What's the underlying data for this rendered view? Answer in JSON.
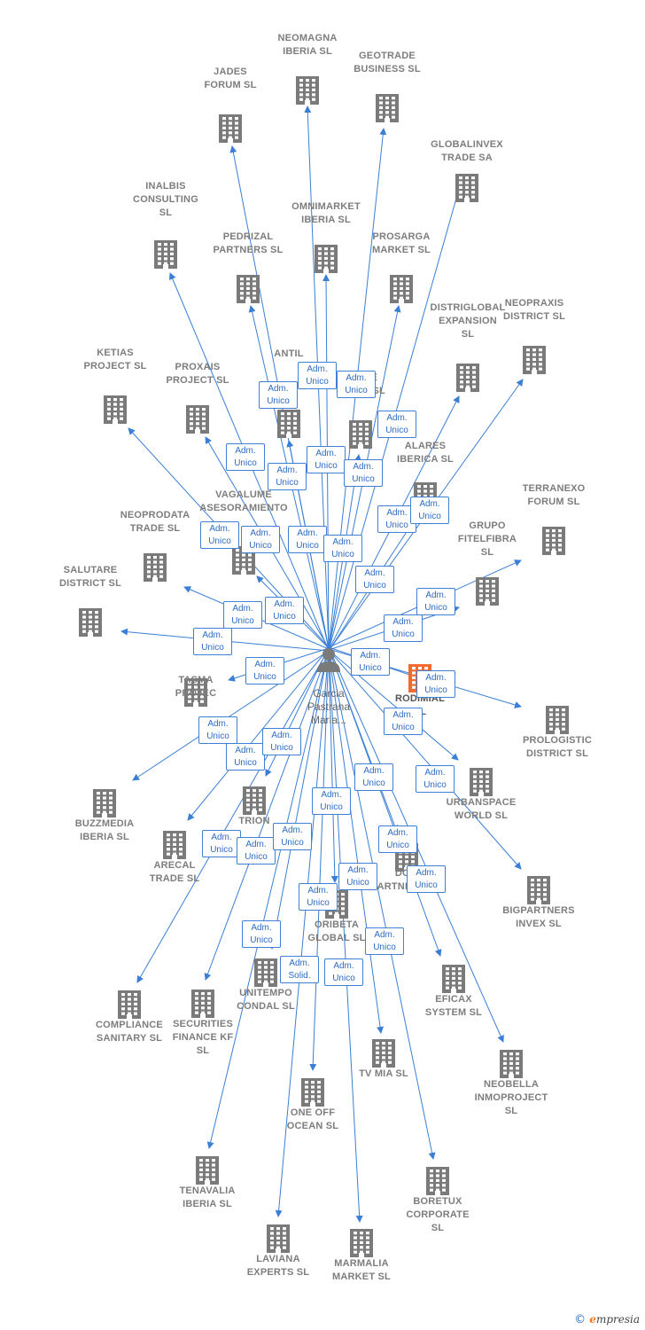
{
  "colors": {
    "edge": "#3a7fd5",
    "building": "#7a7a7a",
    "highlight": "#f36a2e",
    "person": "#7a7a7a"
  },
  "person": {
    "label": "Garcia\nPastrana\nMaria...",
    "icon": "person-icon"
  },
  "companies": [
    {
      "label": "NEOMAGNA\nIBERIA  SL"
    },
    {
      "label": "GEOTRADE\nBUSINESS  SL"
    },
    {
      "label": "JADES\nFORUM  SL"
    },
    {
      "label": "GLOBALINVEX\nTRADE SA"
    },
    {
      "label": "INALBIS\nCONSULTING\nSL"
    },
    {
      "label": "OMNIMARKET\nIBERIA  SL"
    },
    {
      "label": "PEDRIZAL\nPARTNERS  SL"
    },
    {
      "label": "PROSARGA\nMARKET  SL"
    },
    {
      "label": "DISTRIGLOBAL\nEXPANSION\nSL"
    },
    {
      "label": "NEOPRAXIS\nDISTRICT  SL"
    },
    {
      "label": "KETIAS\nPROJECT  SL"
    },
    {
      "label": "PROXAIS\nPROJECT  SL"
    },
    {
      "label": "ANTIL"
    },
    {
      "label": "HA         INE\nIBERIA  SL"
    },
    {
      "label": "ALARES\nIBERICA  SL"
    },
    {
      "label": "TERRANEXO\nFORUM  SL"
    },
    {
      "label": "VAGALUME\nASESORAMIENTO"
    },
    {
      "label": "NEOPRODATA\nTRADE  SL"
    },
    {
      "label": "GRUPO\nFITELFIBRA\nSL"
    },
    {
      "label": "SALUTARE\nDISTRICT  SL"
    },
    {
      "label": "RODIMIAL\nSL"
    },
    {
      "label": "TASMA\nPROJEC"
    },
    {
      "label": "PROLOGISTIC\nDISTRICT  SL"
    },
    {
      "label": "URBANSPACE\nWORLD  SL"
    },
    {
      "label": "BUZZMEDIA\nIBERIA  SL"
    },
    {
      "label": "TRION"
    },
    {
      "label": "ARECAL\nTRADE  SL"
    },
    {
      "label": "DOM\nPARTNERS SA"
    },
    {
      "label": "BIGPARTNERS\nINVEX  SL"
    },
    {
      "label": "ORIBETA\nGLOBAL  SL"
    },
    {
      "label": "UNITEMPO\nCONDAL  SL"
    },
    {
      "label": "EFICAX\nSYSTEM SL"
    },
    {
      "label": "COMPLIANCE\nSANITARY  SL"
    },
    {
      "label": "SECURITIES\nFINANCE KF\nSL"
    },
    {
      "label": "TV MIA  SL"
    },
    {
      "label": "NEOBELLA\nINMOPROJECT\nSL"
    },
    {
      "label": "ONE OFF\nOCEAN  SL"
    },
    {
      "label": "TENAVALIA\nIBERIA  SL"
    },
    {
      "label": "BORETUX\nCORPORATE\nSL"
    },
    {
      "label": "LAVIANA\nEXPERTS  SL"
    },
    {
      "label": "MARMALIA\nMARKET  SL"
    }
  ],
  "badges": [
    {
      "text": "Adm.\nUnico"
    },
    {
      "text": "Adm.\nUnico"
    },
    {
      "text": "Adm.\nUnico"
    },
    {
      "text": "Adm.\nUnico"
    },
    {
      "text": "Adm.\nUnico"
    },
    {
      "text": "Adm.\nUnico"
    },
    {
      "text": "Adm.\nUnico"
    },
    {
      "text": "Adm.\nUnico"
    },
    {
      "text": "Adm.\nUnico"
    },
    {
      "text": "Adm.\nUnico"
    },
    {
      "text": "Adm.\nUnico"
    },
    {
      "text": "Adm.\nUnico"
    },
    {
      "text": "Adm.\nUnico"
    },
    {
      "text": "Adm.\nUnico"
    },
    {
      "text": "Adm.\nUnico"
    },
    {
      "text": "Adm.\nUnico"
    },
    {
      "text": "Adm.\nUnico"
    },
    {
      "text": "Adm.\nUnico"
    },
    {
      "text": "Adm.\nUnico"
    },
    {
      "text": "Adm.\nUnico"
    },
    {
      "text": "Adm.\nUnico"
    },
    {
      "text": "Adm.\nUnico"
    },
    {
      "text": "Adm.\nUnico"
    },
    {
      "text": "Adm.\nUnico"
    },
    {
      "text": "Adm.\nUnico"
    },
    {
      "text": "Adm.\nUnico"
    },
    {
      "text": "Adm.\nUnico"
    },
    {
      "text": "Adm.\nUnico"
    },
    {
      "text": "Adm.\nUnico"
    },
    {
      "text": "Adm.\nUnico"
    },
    {
      "text": "Adm.\nUnico"
    },
    {
      "text": "Adm.\nUnico"
    },
    {
      "text": "Adm.\nUnico"
    },
    {
      "text": "Adm.\nUnico"
    },
    {
      "text": "Adm.\nUnico"
    },
    {
      "text": "Adm.\nUnico"
    },
    {
      "text": "Adm.\nUnico"
    },
    {
      "text": "Adm.\nUnico"
    },
    {
      "text": "Adm.\nUnico"
    },
    {
      "text": "Adm.\nSolid."
    },
    {
      "text": "Adm.\nUnico"
    }
  ],
  "footer": {
    "copyright": "©",
    "brand_initial": "e",
    "brand_rest": "mpresia"
  }
}
